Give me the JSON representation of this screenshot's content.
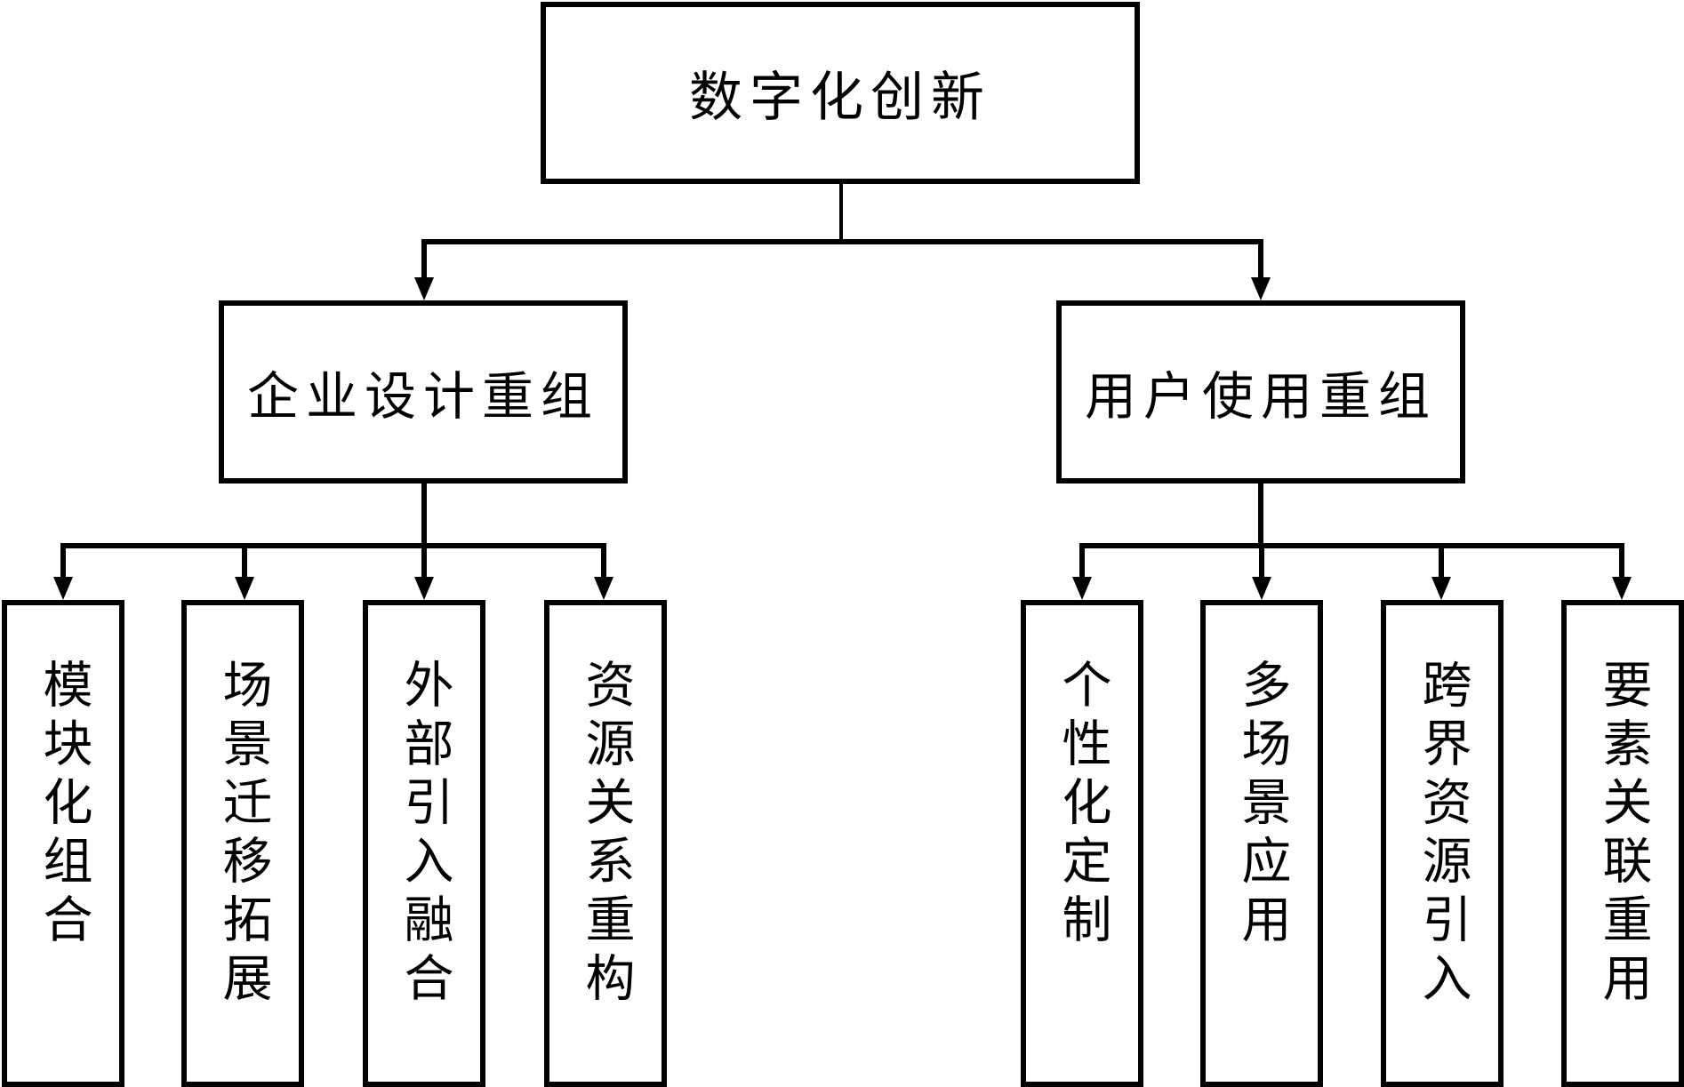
{
  "diagram": {
    "type": "tree",
    "root": {
      "label": "数字化创新",
      "children": [
        {
          "label": "企业设计重组",
          "children": [
            {
              "label": "模块化组合"
            },
            {
              "label": "场景迁移拓展"
            },
            {
              "label": "外部引入融合"
            },
            {
              "label": "资源关系重构"
            }
          ]
        },
        {
          "label": "用户使用重组",
          "children": [
            {
              "label": "个性化定制"
            },
            {
              "label": "多场景应用"
            },
            {
              "label": "跨界资源引入"
            },
            {
              "label": "要素关联重用"
            }
          ]
        }
      ]
    },
    "colors": {
      "stroke": "#000000",
      "background": "#ffffff",
      "text": "#000000"
    }
  }
}
